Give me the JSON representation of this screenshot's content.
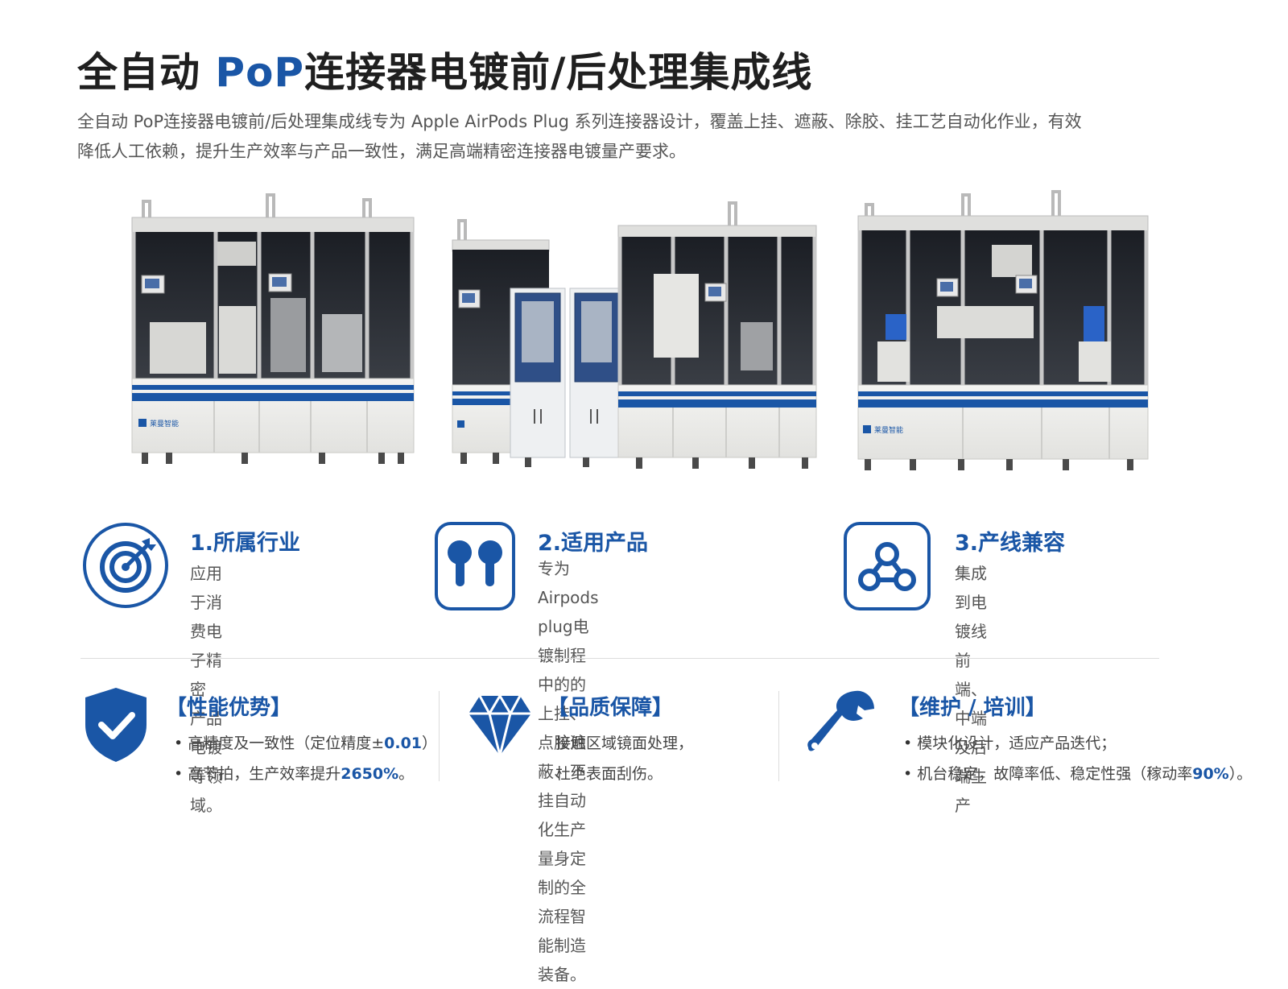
{
  "title": {
    "prefix": "全自动 ",
    "accent": "PoP",
    "suffix": "连接器电镀前/后处理集成线"
  },
  "intro": {
    "line1": "全自动 PoP连接器电镀前/后处理集成线专为 Apple AirPods Plug 系列连接器设计，覆盖上挂、遮蔽、除胶、挂工艺自动化作业，有效",
    "line2": "降低人工依赖，提升生产效率与产品一致性，满足高端精密连接器电镀量产要求。"
  },
  "brand": {
    "logo_text": "莱曼智能"
  },
  "features": [
    {
      "title": "1.所属行业",
      "lines": [
        "应用于消费电子精密",
        "产品电镀等领域。"
      ],
      "icon": "target-icon"
    },
    {
      "title": "2.适用产品",
      "lines": [
        "专为Airpods plug电镀制程中的的",
        "上挂、点胶遮蔽、下挂自动化生产",
        "量身定制的全流程智能制造装备。"
      ],
      "icon": "earbuds-icon"
    },
    {
      "title": "3.产线兼容",
      "lines": [
        "集成到电镀线前端、",
        "中端及后端生产"
      ],
      "icon": "network-icon"
    }
  ],
  "advantages": [
    {
      "title": "【性能优势】",
      "icon": "shield-check-icon",
      "lines": [
        {
          "text": "高精度及一致性（定位精度±",
          "highlight": "0.01",
          "after": "）"
        },
        {
          "text": "高节拍，生产效率提升",
          "highlight": "2650%",
          "after": "。"
        }
      ]
    },
    {
      "title": "【品质保障】",
      "icon": "diamond-icon",
      "lines": [
        {
          "text": "接触区域镜面处理，",
          "highlight": "",
          "after": ""
        },
        {
          "text": "杜绝表面刮伤。",
          "highlight": "",
          "after": ""
        }
      ]
    },
    {
      "title": "【维护 / 培训】",
      "icon": "wrench-icon",
      "lines": [
        {
          "text": "模块化设计，适应产品迭代；",
          "highlight": "",
          "after": ""
        },
        {
          "text": "机台稳定，故障率低、稳定性强（稼动率",
          "highlight": "90%",
          "after": "）。"
        }
      ]
    }
  ],
  "colors": {
    "accent": "#1a56a6",
    "text": "#333333",
    "muted": "#555555"
  }
}
